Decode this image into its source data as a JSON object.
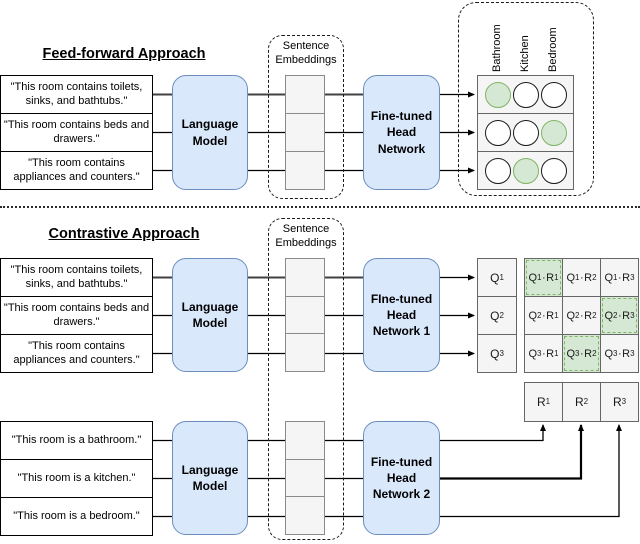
{
  "feed_forward": {
    "title": "Feed-forward Approach",
    "inputs": [
      "\"This room contains toilets, sinks, and bathtubs.\"",
      "\"This room contains beds and drawers.\"",
      "\"This room contains appliances and counters.\""
    ],
    "language_model": "Language Model",
    "embeddings_label": "Sentence Embeddings",
    "head_network": "Fine-tuned Head Network",
    "output": {
      "columns": [
        "Bathroom",
        "Kitchen",
        "Bedroom"
      ],
      "rows": [
        [
          true,
          false,
          false
        ],
        [
          false,
          false,
          true
        ],
        [
          false,
          true,
          false
        ]
      ]
    }
  },
  "contrastive": {
    "title": "Contrastive Approach",
    "query_inputs": [
      "\"This room contains toilets, sinks, and bathtubs.\"",
      "\"This room contains beds and drawers.\"",
      "\"This room contains appliances and counters.\""
    ],
    "reference_inputs": [
      "\"This room is a bathroom.\"",
      "\"This room is a kitchen.\"",
      "\"This room is a bedroom.\""
    ],
    "language_model": "Language Model",
    "embeddings_label": "Sentence Embeddings",
    "head_network_1": "FIne-tuned Head Network 1",
    "head_network_2": "Fine-tuned Head Network 2",
    "q_outputs": [
      {
        "base": "Q",
        "sub": "1"
      },
      {
        "base": "Q",
        "sub": "2"
      },
      {
        "base": "Q",
        "sub": "3"
      }
    ],
    "r_outputs": [
      {
        "base": "R",
        "sub": "1"
      },
      {
        "base": "R",
        "sub": "2"
      },
      {
        "base": "R",
        "sub": "3"
      }
    ],
    "dot": "·",
    "matrix": {
      "cells": [
        {
          "q": "Q",
          "qs": "1",
          "r": "R",
          "rs": "1",
          "hl": true
        },
        {
          "q": "Q",
          "qs": "1",
          "r": "R",
          "rs": "2",
          "hl": false
        },
        {
          "q": "Q",
          "qs": "1",
          "r": "R",
          "rs": "3",
          "hl": false
        },
        {
          "q": "Q",
          "qs": "2",
          "r": "R",
          "rs": "1",
          "hl": false
        },
        {
          "q": "Q",
          "qs": "2",
          "r": "R",
          "rs": "2",
          "hl": false
        },
        {
          "q": "Q",
          "qs": "2",
          "r": "R",
          "rs": "3",
          "hl": true
        },
        {
          "q": "Q",
          "qs": "3",
          "r": "R",
          "rs": "1",
          "hl": false
        },
        {
          "q": "Q",
          "qs": "3",
          "r": "R",
          "rs": "2",
          "hl": true
        },
        {
          "q": "Q",
          "qs": "3",
          "r": "R",
          "rs": "3",
          "hl": false
        }
      ]
    }
  },
  "colors": {
    "blue_fill": "#dae8fc",
    "blue_stroke": "#6c8ebf",
    "green_fill": "#d5e8d4",
    "green_stroke": "#82b366",
    "gray_fill": "#f5f5f5",
    "gray_stroke": "#666666"
  }
}
